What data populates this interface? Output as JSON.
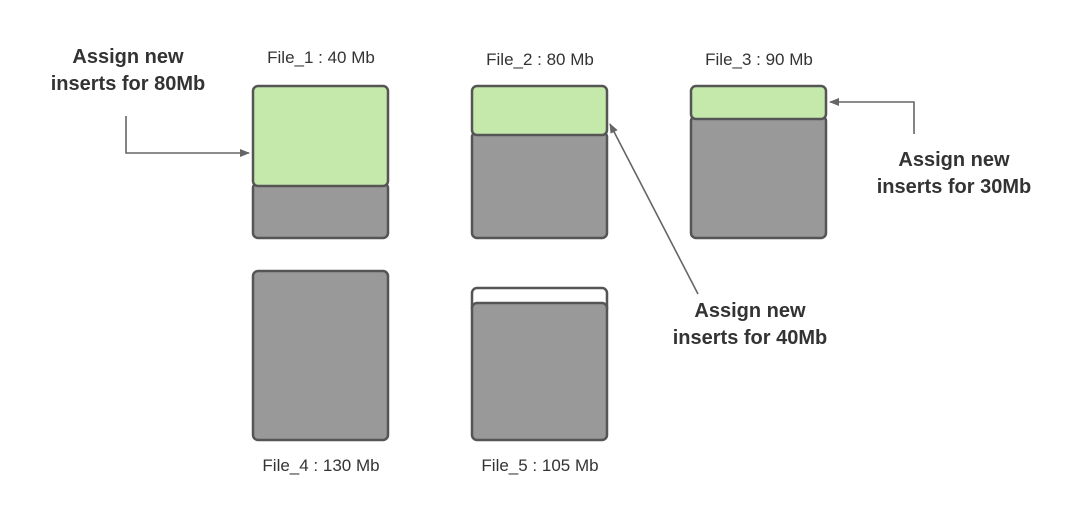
{
  "colors": {
    "used": "#999999",
    "new_inserts": "#c5e8ab",
    "free": "#ffffff",
    "outline": "#555555",
    "arrow": "#666666",
    "text": "#333333"
  },
  "files": [
    {
      "label": "File_1 : 40 Mb",
      "highlighted": true
    },
    {
      "label": "File_2 : 80 Mb",
      "highlighted": true
    },
    {
      "label": "File_3 : 90 Mb",
      "highlighted": true
    },
    {
      "label": "File_4 : 130 Mb",
      "highlighted": false
    },
    {
      "label": "File_5 : 105 Mb",
      "highlighted": false
    }
  ],
  "annotations": [
    {
      "line1": "Assign new",
      "line2": "inserts for 80Mb"
    },
    {
      "line1": "Assign new",
      "line2": "inserts for 40Mb"
    },
    {
      "line1": "Assign new",
      "line2": "inserts for 30Mb"
    }
  ]
}
